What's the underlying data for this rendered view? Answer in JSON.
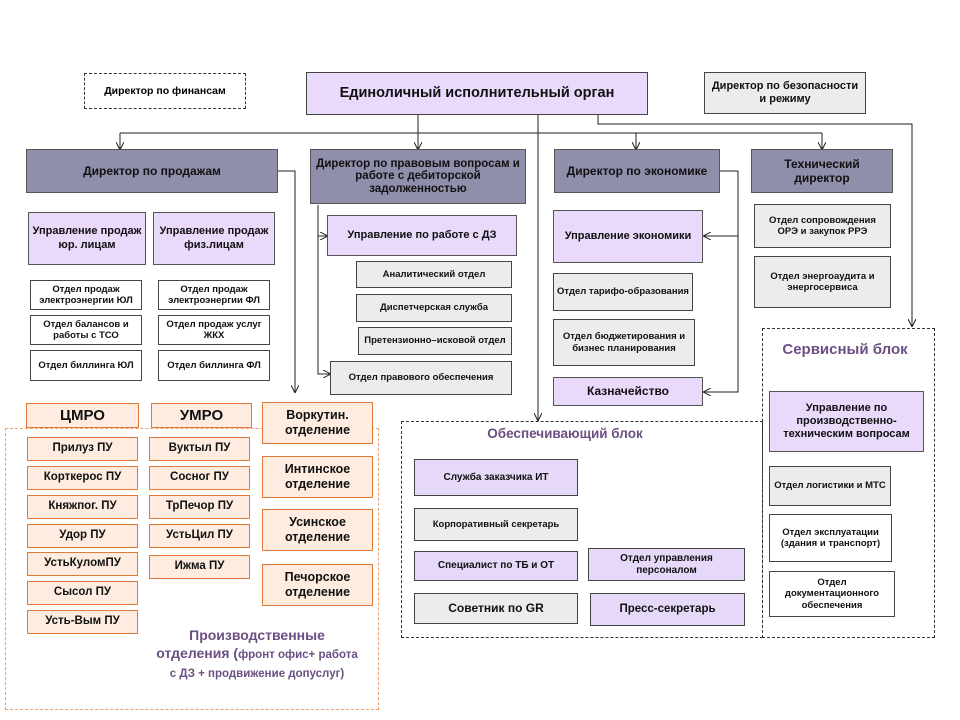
{
  "top": {
    "finance": "Директор  по финансам",
    "ceo": "Единоличный исполнительный орган",
    "security": "Директор по безопасности и режиму"
  },
  "directors": {
    "sales": "Директор по продажам",
    "legal": "Директор по правовым вопросам и работе с дебиторской задолженностью",
    "economy": "Директор по экономике",
    "tech": "Технический директор"
  },
  "sales": {
    "ul_mgmt": "Управление продаж юр. лицам",
    "fl_mgmt": "Управление продаж физ.лицам",
    "ul_depts": [
      "Отдел продаж электроэнергии ЮЛ",
      "Отдел балансов и работы с ТСО",
      "Отдел биллинга ЮЛ"
    ],
    "fl_depts": [
      "Отдел продаж электроэнергии ФЛ",
      "Отдел продаж услуг ЖКХ",
      "Отдел биллинга ФЛ"
    ]
  },
  "legal": {
    "mgmt": "Управление по работе с ДЗ",
    "depts": [
      "Аналитический отдел",
      "Диспетчерская служба",
      "Претензионно–исковой отдел"
    ],
    "support": "Отдел правового обеспечения"
  },
  "economy": {
    "mgmt": "Управление экономики",
    "depts": [
      "Отдел тарифо-образования",
      "Отдел бюджетирования и бизнес планирования"
    ],
    "treasury": "Казначейство"
  },
  "tech": {
    "depts": [
      "Отдел сопровождения ОРЭ и закупок РРЭ",
      "Отдел энергоаудита и энергосервиса"
    ]
  },
  "service": {
    "title": "Сервисный блок",
    "mgmt": "Управление по производственно-техническим вопросам",
    "depts": [
      "Отдел логистики и МТС",
      "Отдел эксплуатации (здания и транспорт)",
      "Отдел документационного обеспечения"
    ]
  },
  "support_block": {
    "title": "Обеспечивающий блок",
    "items": [
      "Служба заказчика ИТ",
      "Корпоративный секретарь",
      "Специалист по ТБ и ОТ",
      "Советник по GR",
      "Отдел управления персоналом",
      "Пресс-секретарь"
    ]
  },
  "production": {
    "cmro": "ЦМРО",
    "umro": "УМРО",
    "cmro_units": [
      "Прилуз ПУ",
      "Корткерос ПУ",
      "Княжпог. ПУ",
      "Удор  ПУ",
      "УстьКуломПУ",
      "Сысол  ПУ",
      "Усть-Вым  ПУ"
    ],
    "umro_units": [
      "Вуктыл  ПУ",
      "Сосног ПУ",
      "ТрПечор ПУ",
      "УстьЦил ПУ",
      "Ижма ПУ"
    ],
    "branches": [
      "Воркутин. отделение",
      "Интинское отделение",
      "Усинское отделение",
      "Печорское отделение"
    ],
    "title": "Производственные отделения (",
    "note": "фронт офис+ работа с ДЗ + продвижение допуслуг)"
  },
  "colors": {
    "director_fill": "#8f8eab",
    "department_fill": "#e9d9fb",
    "orange_border": "#e07a36",
    "orange_fill": "#fdecdf",
    "purple_title": "#6b4f82"
  }
}
